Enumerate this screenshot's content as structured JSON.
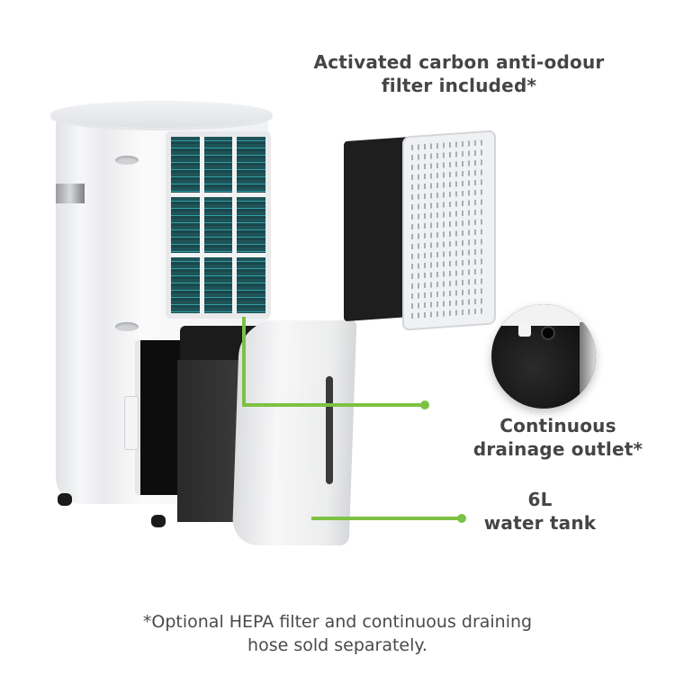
{
  "callouts": {
    "carbon_filter": {
      "line1": "Activated carbon anti-odour",
      "line2": "filter included*"
    },
    "drainage": {
      "line1": "Continuous",
      "line2": "drainage outlet*"
    },
    "tank": {
      "line1": "6L",
      "line2": "water tank"
    }
  },
  "footnote": {
    "line1": "*Optional HEPA filter and continuous draining",
    "line2": "hose sold separately."
  },
  "colors": {
    "accent_green": "#7dc142",
    "text": "#454545",
    "background": "#ffffff"
  },
  "icons": {
    "product": "dehumidifier-image",
    "inset": "drainage-outlet-closeup",
    "filters": "carbon-filter-and-grille"
  }
}
